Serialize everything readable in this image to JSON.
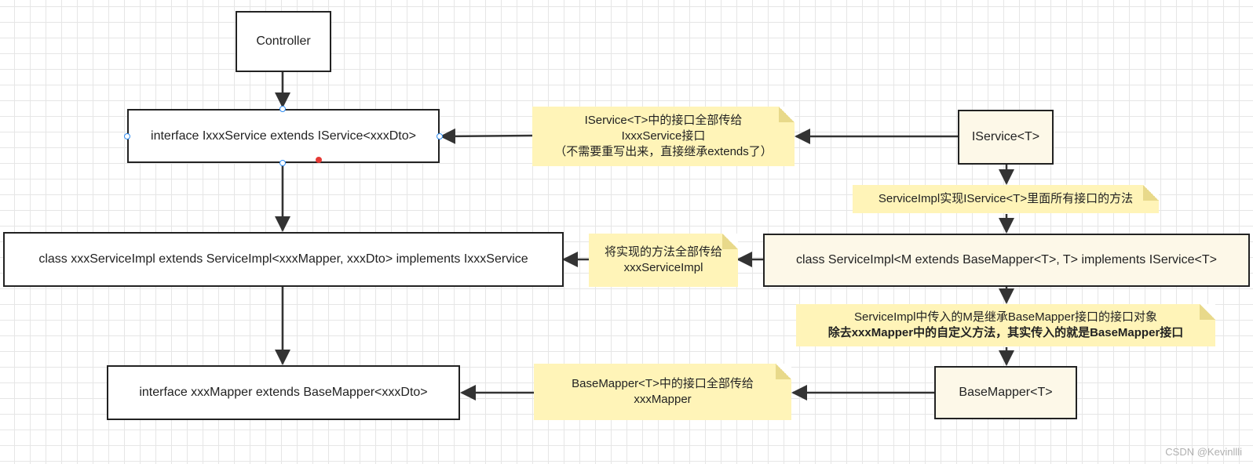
{
  "nodes": {
    "controller": "Controller",
    "ixxx_service": "interface IxxxService extends IService<xxxDto>",
    "service_impl_class": "class xxxServiceImpl extends ServiceImpl<xxxMapper, xxxDto>  implements IxxxService",
    "xxx_mapper": "interface xxxMapper extends BaseMapper<xxxDto>",
    "iservice": "IService<T>",
    "serviceimpl_generic": "class ServiceImpl<M extends BaseMapper<T>, T> implements IService<T>",
    "basemapper": "BaseMapper<T>"
  },
  "notes": {
    "iservice_note": [
      "IService<T>中的接口全部传给",
      "IxxxService接口",
      "（不需要重写出来，直接继承extends了）"
    ],
    "serviceimpl_impl_note": [
      "ServiceImpl实现IService<T>里面所有接口的方法"
    ],
    "pass_methods_note": [
      "将实现的方法全部传给",
      "xxxServiceImpl"
    ],
    "m_param_note": [
      "ServiceImpl中传入的M是继承BaseMapper接口的接口对象",
      "除去xxxMapper中的自定义方法，其实传入的就是BaseMapper接口"
    ],
    "basemapper_note": [
      "BaseMapper<T>中的接口全部传给",
      "xxxMapper"
    ]
  },
  "colors": {
    "note_fill": "#fff4b8",
    "cream_box_fill": "#fdf8e8",
    "handle": "#2f8cf0",
    "selection_dot": "#e53935"
  },
  "watermark": "CSDN @Kevinllli"
}
